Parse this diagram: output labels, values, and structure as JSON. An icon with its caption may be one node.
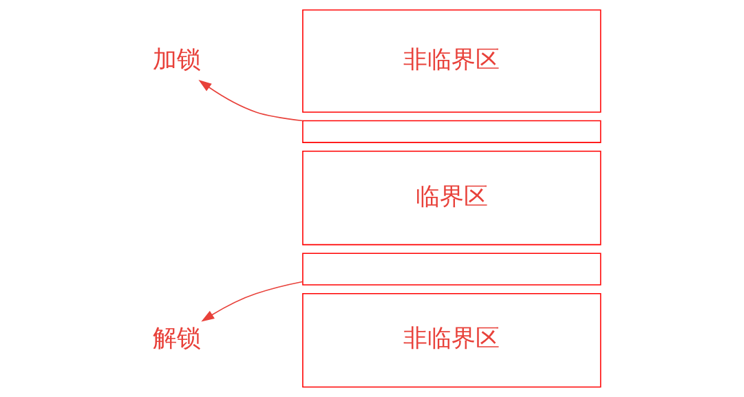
{
  "diagram": {
    "nodes": [
      {
        "text": [
          "加锁"
        ]
      },
      {
        "text": [
          "非临界区"
        ]
      },
      {
        "text": [],
        "shape": "box"
      },
      {
        "text": [
          "临界区"
        ]
      },
      {
        "text": [],
        "shape": "box"
      },
      {
        "text": [
          "非临界区"
        ]
      },
      {
        "text": [
          "解锁"
        ]
      }
    ],
    "edges": [
      {
        "from": 2,
        "to": 0,
        "arrow": "to"
      },
      {
        "from": 4,
        "to": 6,
        "arrow": "to"
      }
    ]
  }
}
